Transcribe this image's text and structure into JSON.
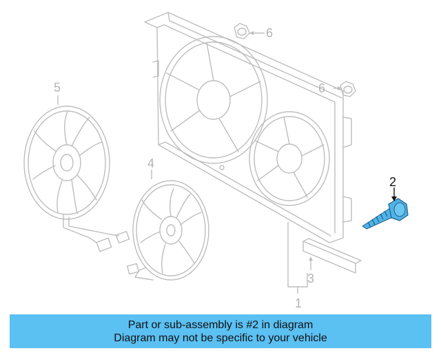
{
  "callouts": {
    "part_1": "1",
    "part_2": "2",
    "part_3": "3",
    "part_4": "4",
    "part_5": "5",
    "part_6a": "6",
    "part_6b": "6"
  },
  "highlight_color": "#4fb3e8",
  "banner": {
    "line1": "Part or sub-assembly is #2 in diagram",
    "line2": "Diagram may not be specific to your vehicle",
    "background": "#5bc0f2"
  }
}
